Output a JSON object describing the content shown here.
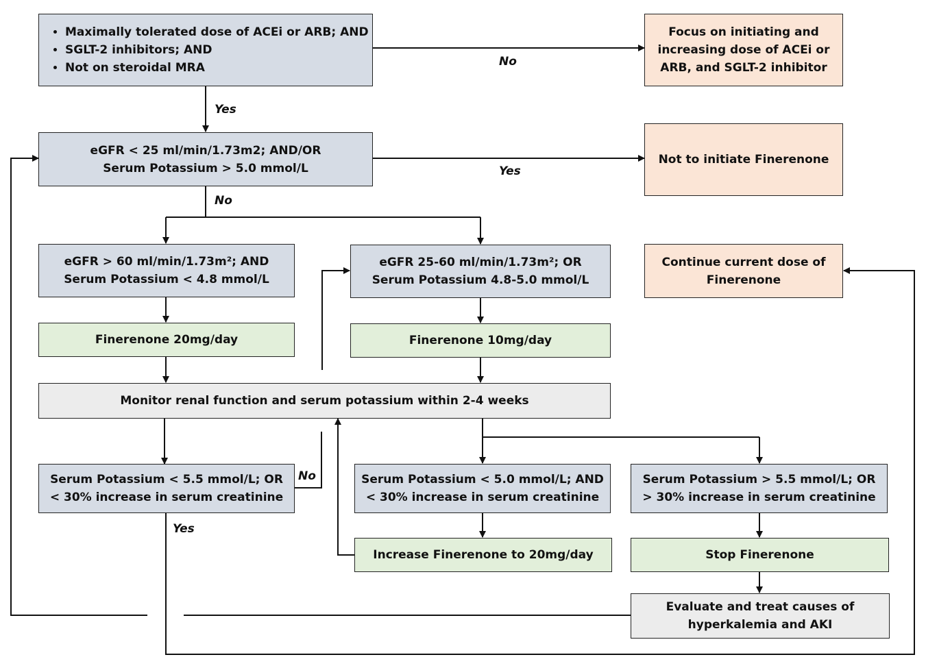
{
  "boxes": {
    "criteria": {
      "items": [
        "Maximally tolerated dose of ACEi or ARB; AND",
        "SGLT-2 inhibitors; AND",
        "Not on steroidal MRA"
      ]
    },
    "focus": {
      "lines": [
        "Focus on initiating and",
        "increasing dose of ACEi or",
        "ARB, and SGLT-2 inhibitor"
      ]
    },
    "egfr_check": {
      "lines": [
        "eGFR < 25 ml/min/1.73m2; AND/OR",
        "Serum Potassium > 5.0 mmol/L"
      ]
    },
    "not_initiate": {
      "lines": [
        "Not to initiate Finerenone"
      ]
    },
    "high_egfr": {
      "lines": [
        "eGFR > 60 ml/min/1.73m²; AND",
        "Serum Potassium < 4.8 mmol/L"
      ]
    },
    "mid_egfr": {
      "lines": [
        "eGFR 25-60 ml/min/1.73m²; OR",
        "Serum Potassium 4.8-5.0 mmol/L"
      ]
    },
    "continue": {
      "lines": [
        "Continue current dose of",
        "Finerenone"
      ]
    },
    "dose20": {
      "lines": [
        "Finerenone 20mg/day"
      ]
    },
    "dose10": {
      "lines": [
        "Finerenone 10mg/day"
      ]
    },
    "monitor": {
      "lines": [
        "Monitor renal function and serum potassium within 2-4 weeks"
      ]
    },
    "k_lt55": {
      "lines": [
        "Serum Potassium < 5.5 mmol/L; OR",
        "< 30% increase in serum creatinine"
      ]
    },
    "k_lt50": {
      "lines": [
        "Serum Potassium < 5.0 mmol/L; AND",
        "< 30% increase in serum creatinine"
      ]
    },
    "k_gt55": {
      "lines": [
        "Serum Potassium > 5.5 mmol/L; OR",
        "> 30% increase in serum creatinine"
      ]
    },
    "increase": {
      "lines": [
        "Increase Finerenone to 20mg/day"
      ]
    },
    "stop": {
      "lines": [
        "Stop Finerenone"
      ]
    },
    "evaluate": {
      "lines": [
        "Evaluate and treat causes of",
        "hyperkalemia and AKI"
      ]
    }
  },
  "labels": {
    "no_top": "No",
    "yes_top": "Yes",
    "yes_not_initiate": "Yes",
    "no_branch": "No",
    "no_monitor": "No",
    "yes_bottom": "Yes"
  },
  "colors": {
    "blue_box": "#d6dce5",
    "peach_box": "#fbe5d6",
    "green_box": "#e2efda",
    "gray_box": "#ececec",
    "line": "#111111"
  }
}
